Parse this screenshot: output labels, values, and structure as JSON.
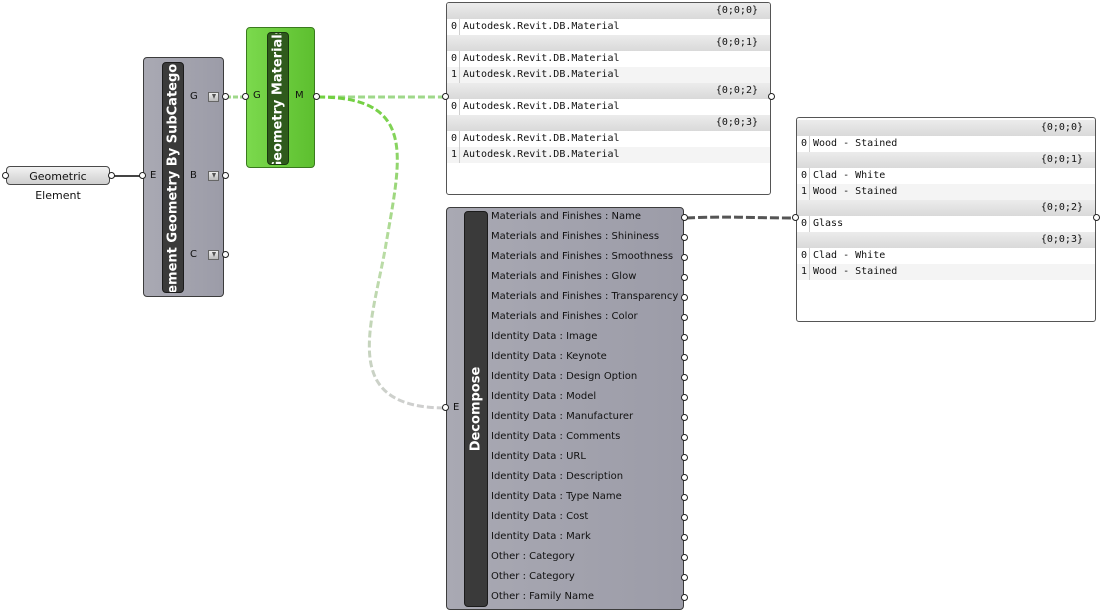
{
  "param": {
    "label": "Geometric Element"
  },
  "element_geometry": {
    "title": "Element Geometry By SubCategory",
    "input_label": "E",
    "outputs": [
      "G",
      "B",
      "C"
    ]
  },
  "geometry_materials": {
    "title": "Geometry Materials",
    "input_label": "G",
    "output_label": "M"
  },
  "panel_materials": {
    "branches": [
      {
        "path": "{0;0;0}",
        "items": [
          {
            "index": "0",
            "value": "Autodesk.Revit.DB.Material"
          }
        ]
      },
      {
        "path": "{0;0;1}",
        "items": [
          {
            "index": "0",
            "value": "Autodesk.Revit.DB.Material"
          },
          {
            "index": "1",
            "value": "Autodesk.Revit.DB.Material"
          }
        ]
      },
      {
        "path": "{0;0;2}",
        "items": [
          {
            "index": "0",
            "value": "Autodesk.Revit.DB.Material"
          }
        ]
      },
      {
        "path": "{0;0;3}",
        "items": [
          {
            "index": "0",
            "value": "Autodesk.Revit.DB.Material"
          },
          {
            "index": "1",
            "value": "Autodesk.Revit.DB.Material"
          }
        ]
      }
    ]
  },
  "panel_names": {
    "branches": [
      {
        "path": "{0;0;0}",
        "items": [
          {
            "index": "0",
            "value": "Wood - Stained"
          }
        ]
      },
      {
        "path": "{0;0;1}",
        "items": [
          {
            "index": "0",
            "value": "Clad - White"
          },
          {
            "index": "1",
            "value": "Wood - Stained"
          }
        ]
      },
      {
        "path": "{0;0;2}",
        "items": [
          {
            "index": "0",
            "value": "Glass"
          }
        ]
      },
      {
        "path": "{0;0;3}",
        "items": [
          {
            "index": "0",
            "value": "Clad - White"
          },
          {
            "index": "1",
            "value": "Wood - Stained"
          }
        ]
      }
    ]
  },
  "decompose": {
    "title": "Decompose",
    "input_label": "E",
    "outputs": [
      "Materials and Finishes : Name",
      "Materials and Finishes : Shininess",
      "Materials and Finishes : Smoothness",
      "Materials and Finishes : Glow",
      "Materials and Finishes : Transparency",
      "Materials and Finishes : Color",
      "Identity Data : Image",
      "Identity Data : Keynote",
      "Identity Data : Design Option",
      "Identity Data : Model",
      "Identity Data : Manufacturer",
      "Identity Data : Comments",
      "Identity Data : URL",
      "Identity Data : Description",
      "Identity Data : Type Name",
      "Identity Data : Cost",
      "Identity Data : Mark",
      "Other : Category",
      "Other : Category",
      "Other : Family Name"
    ]
  },
  "colors": {
    "wire_active": "#7ed957",
    "wire_faded": "#cfcfcf",
    "wire_dark": "#444444",
    "component": "#a3a3ae",
    "component_selected": "#6acd3c"
  }
}
